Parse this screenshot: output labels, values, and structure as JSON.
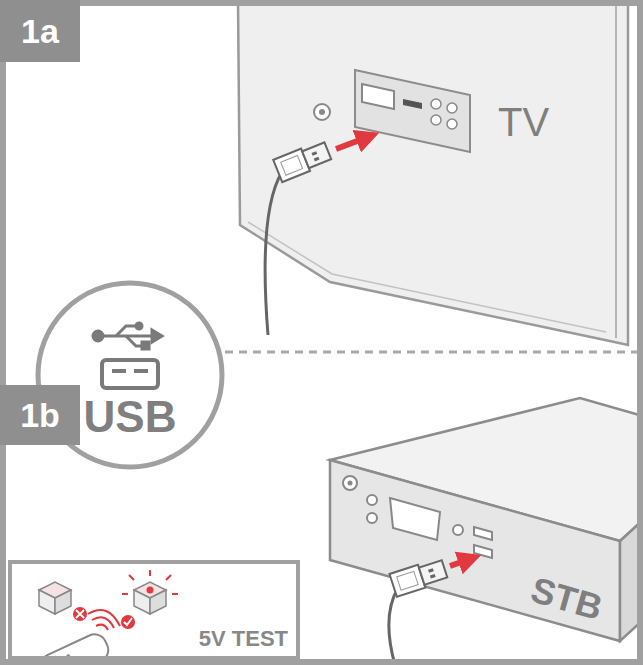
{
  "diagram": {
    "nodes": [
      {
        "text": [
          "1a"
        ]
      },
      {
        "text": [
          "USB"
        ]
      },
      {
        "text": [
          "1b"
        ]
      },
      {
        "text": [
          "5V TEST"
        ]
      }
    ],
    "labels": [
      "TV",
      "STB"
    ]
  }
}
